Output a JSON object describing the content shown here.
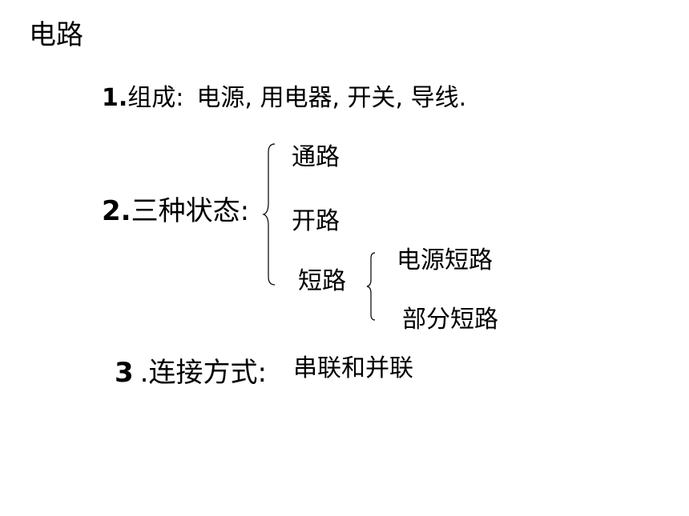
{
  "title": "电路",
  "item1": {
    "num": "1.",
    "label": "组成:",
    "content": "电源, 用电器,  开关,  导线."
  },
  "item2": {
    "num": "2.",
    "label": "三种状态:",
    "states": [
      "通路",
      "开路",
      "短路"
    ],
    "short_types": [
      "电源短路",
      "部分短路"
    ]
  },
  "item3": {
    "num": "3",
    "label": ".连接方式:",
    "content": "串联和并联"
  }
}
